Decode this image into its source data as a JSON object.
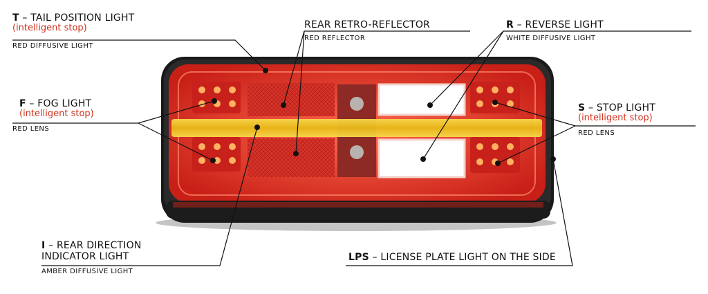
{
  "callouts": {
    "tail": {
      "code": "T",
      "label": "TAIL POSITION LIGHT",
      "note": "(intelligent stop)",
      "sub": "RED DIFFUSIVE LIGHT"
    },
    "reflector": {
      "code": "",
      "label": "REAR RETRO-REFLECTOR",
      "note": "",
      "sub": "RED REFLECTOR"
    },
    "reverse": {
      "code": "R",
      "label": "REVERSE LIGHT",
      "note": "",
      "sub": "WHITE DIFFUSIVE LIGHT"
    },
    "fog": {
      "code": "F",
      "label": "FOG LIGHT",
      "note": "(intelligent stop)",
      "sub": "RED LENS"
    },
    "stop": {
      "code": "S",
      "label": "STOP LIGHT",
      "note": "(intelligent stop)",
      "sub": "RED LENS"
    },
    "indicator": {
      "code": "I",
      "label": "REAR DIRECTION",
      "label2": "INDICATOR LIGHT",
      "note": "",
      "sub": "AMBER DIFFUSIVE LIGHT"
    },
    "lps": {
      "code": "LPS",
      "label": "LICENSE PLATE LIGHT ON THE SIDE",
      "note": "",
      "sub": ""
    }
  },
  "separator": " – ",
  "colors": {
    "lens_red": "#e03a2c",
    "indicator_amber": "#f1c21b",
    "reverse_white": "#ffffff",
    "note_red": "#d0321e"
  }
}
